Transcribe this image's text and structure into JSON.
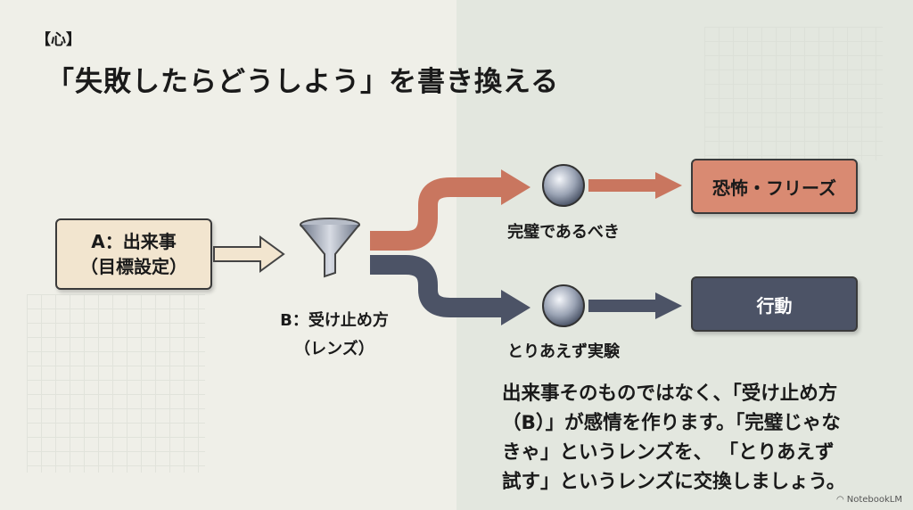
{
  "tag": "【心】",
  "title": "「失敗したらどうしよう」を書き換える",
  "event_box": {
    "line1": "A：出来事",
    "line2": "（目標設定）"
  },
  "lens": {
    "line1": "B：受け止め方",
    "line2": "（レンズ）"
  },
  "paths": [
    {
      "label": "完璧であるべき",
      "result": "恐怖・フリーズ",
      "color": "#d98a72"
    },
    {
      "label": "とりあえず実験",
      "result": "行動",
      "color": "#4c5366"
    }
  ],
  "body": [
    "出来事そのものではなく、「受け止め方",
    "（B）」が感情を作ります。「完璧じゃな",
    "きゃ」というレンズを、 「とりあえず",
    "試す」というレンズに交換しましょう。"
  ],
  "branding": "NotebookLM"
}
